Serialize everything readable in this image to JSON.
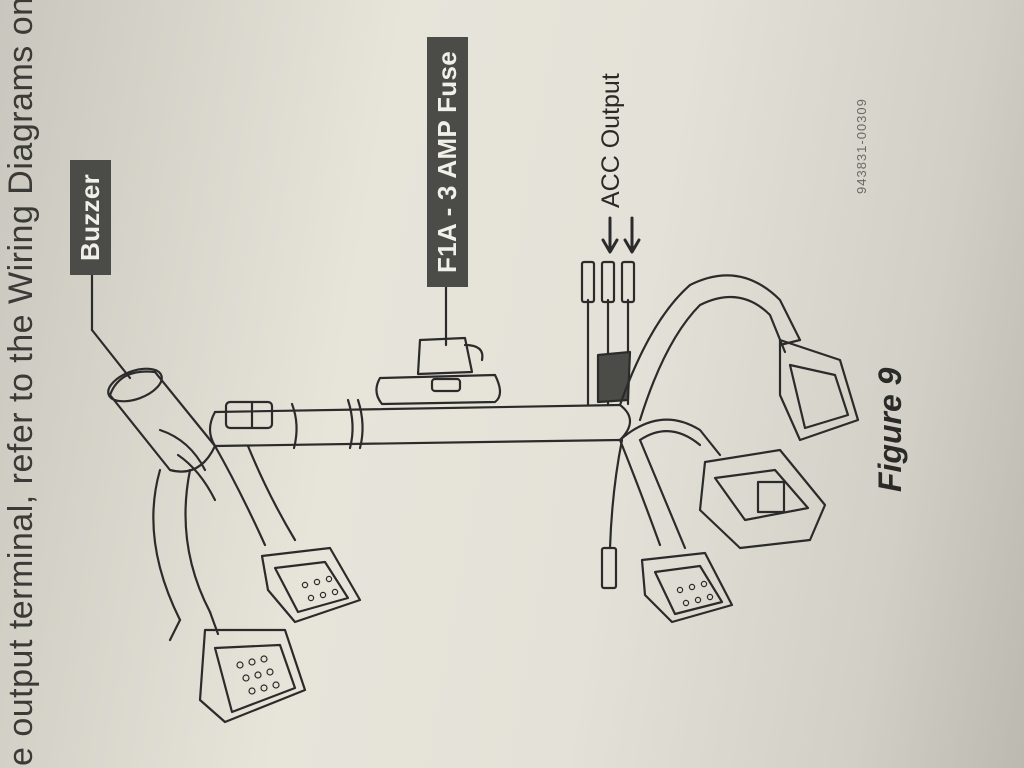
{
  "document": {
    "side_text": "e output terminal, refer to the Wiring Diagrams on",
    "labels": {
      "buzzer": "Buzzer",
      "fuse": "F1A - 3 AMP Fuse",
      "acc_output": "ACC Output"
    },
    "part_number": "943831-00309",
    "figure_caption": "Figure 9"
  },
  "colors": {
    "paper": "#e4e2d8",
    "label_box": "#4b4b47",
    "label_text": "#f0efe8",
    "line_art": "#2b2b2b"
  }
}
